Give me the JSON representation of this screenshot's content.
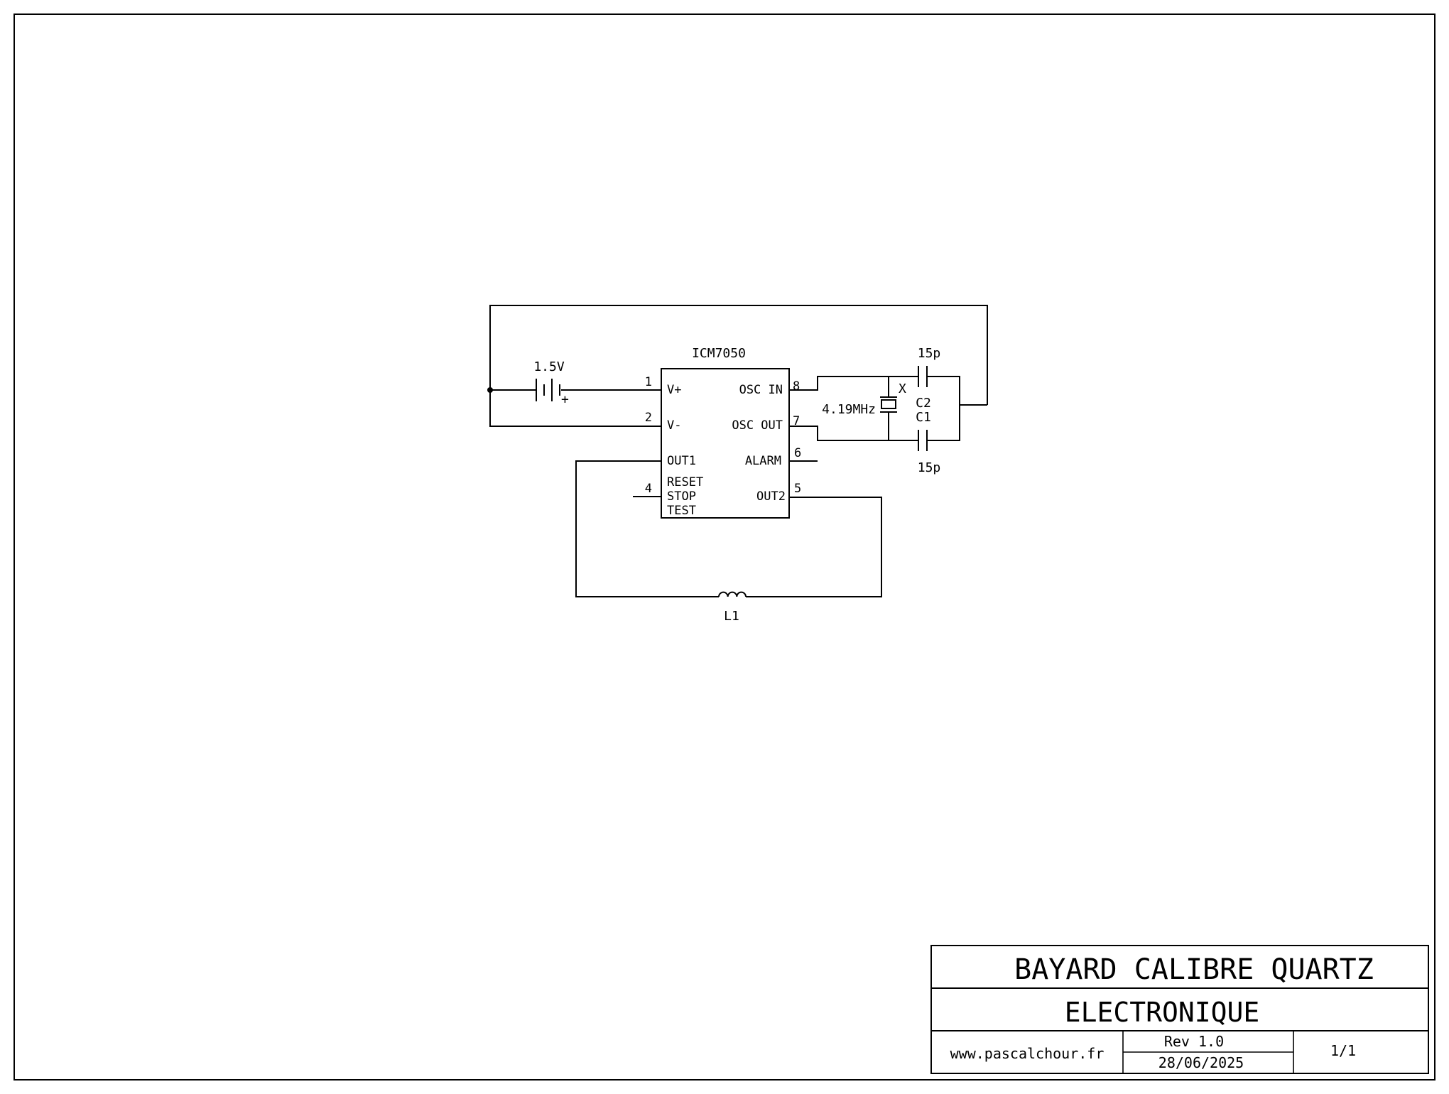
{
  "chip": {
    "name": "ICM7050",
    "pins_left": [
      {
        "num": "1",
        "label": "V+"
      },
      {
        "num": "2",
        "label": "V-"
      },
      {
        "num": "",
        "label": "OUT1"
      },
      {
        "num": "4",
        "label": "RESET"
      },
      {
        "num": "",
        "label": "STOP"
      },
      {
        "num": "",
        "label": "TEST"
      }
    ],
    "pins_right": [
      {
        "num": "8",
        "label": "OSC IN"
      },
      {
        "num": "7",
        "label": "OSC OUT"
      },
      {
        "num": "6",
        "label": "ALARM"
      },
      {
        "num": "5",
        "label": "OUT2"
      }
    ]
  },
  "components": {
    "battery": {
      "value": "1.5V",
      "polarity": "+"
    },
    "crystal": {
      "ref": "X",
      "value": "4.19MHz"
    },
    "c2": {
      "ref": "C2",
      "value": "15p"
    },
    "c1": {
      "ref": "C1",
      "value": "15p"
    },
    "l1": {
      "ref": "L1"
    }
  },
  "title_block": {
    "title": "BAYARD CALIBRE QUARTZ",
    "subtitle": "ELECTRONIQUE",
    "website": "www.pascalchour.fr",
    "revision": "Rev 1.0",
    "date": "28/06/2025",
    "sheet": "1/1"
  }
}
